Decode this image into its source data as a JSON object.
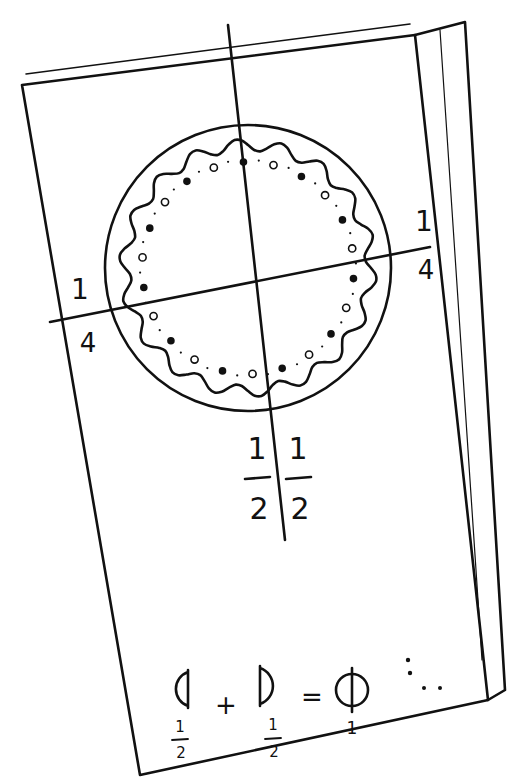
{
  "diagram": {
    "labels": [
      "1",
      "4",
      "1",
      "4",
      "1",
      "2",
      "1",
      "2",
      "+",
      "=",
      "1",
      "2",
      "1",
      "2",
      "1"
    ]
  }
}
